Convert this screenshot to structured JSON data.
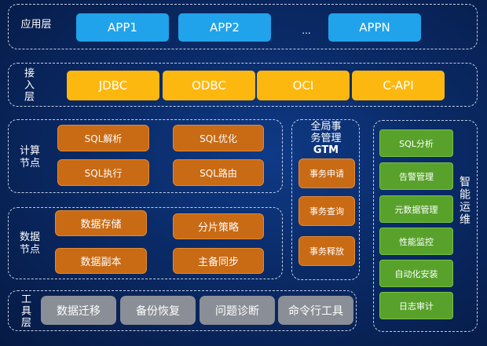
{
  "app_layer": {
    "label": "应用层",
    "items": [
      "APP1",
      "APP2",
      "...",
      "APPN"
    ]
  },
  "access_layer": {
    "label": "接入层",
    "items": [
      "JDBC",
      "ODBC",
      "OCI",
      "C-API"
    ]
  },
  "compute_layer": {
    "label": "计算节点",
    "items": [
      "SQL解析",
      "SQL优化",
      "SQL执行",
      "SQL路由"
    ]
  },
  "data_layer": {
    "label": "数据节点",
    "items": [
      "数据存储",
      "分片策略",
      "数据副本",
      "主备同步"
    ]
  },
  "gtm": {
    "label_line1": "全局事",
    "label_line2": "务管理",
    "label_line3": "GTM",
    "items": [
      "事务申请",
      "事务查询",
      "事务释放"
    ]
  },
  "ops": {
    "label": "智能运维",
    "items": [
      "SQL分析",
      "告警管理",
      "元数据管理",
      "性能监控",
      "自动化安装",
      "日志审计"
    ]
  },
  "tools_layer": {
    "label": "工具层",
    "items": [
      "数据迁移",
      "备份恢复",
      "问题诊断",
      "命令行工具"
    ]
  },
  "colors": {
    "app": "#20a3ea",
    "access": "#fdb810",
    "core": "#c96a14",
    "ops": "#58a22c",
    "tools": "#8a8e96"
  }
}
